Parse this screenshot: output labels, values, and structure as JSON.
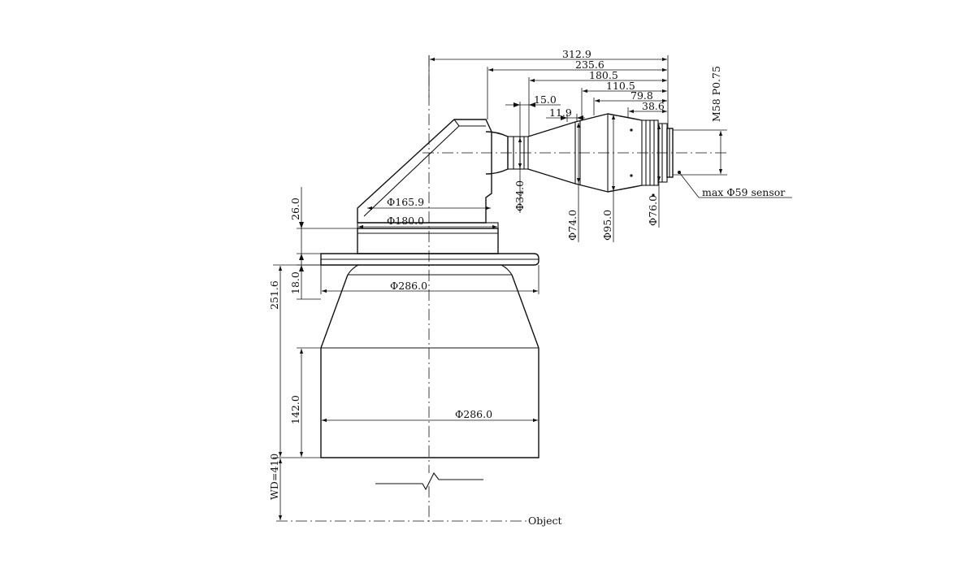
{
  "diagram": {
    "dimensions": {
      "overall_length": "312.9",
      "len_235": "235.6",
      "len_180": "180.5",
      "len_110": "110.5",
      "len_79": "79.8",
      "len_38": "38.6",
      "len_15": "15.0",
      "len_11": "11.9",
      "dia_mirror": "Φ165.9",
      "dia_mount": "Φ180.0",
      "dia_flange": "Φ286.0",
      "dia_body": "Φ286.0",
      "dia_neck": "Φ34.0",
      "dia_74": "Φ74.0",
      "dia_95": "Φ95.0",
      "dia_76": "Φ76.0",
      "height_26": "26.0",
      "height_18": "18.0",
      "height_251": "251.6",
      "height_142": "142.0",
      "working_distance": "WD=410"
    },
    "thread": "M58 P0.75",
    "sensor_note": "max Φ59 sensor",
    "object_label": "Object"
  }
}
